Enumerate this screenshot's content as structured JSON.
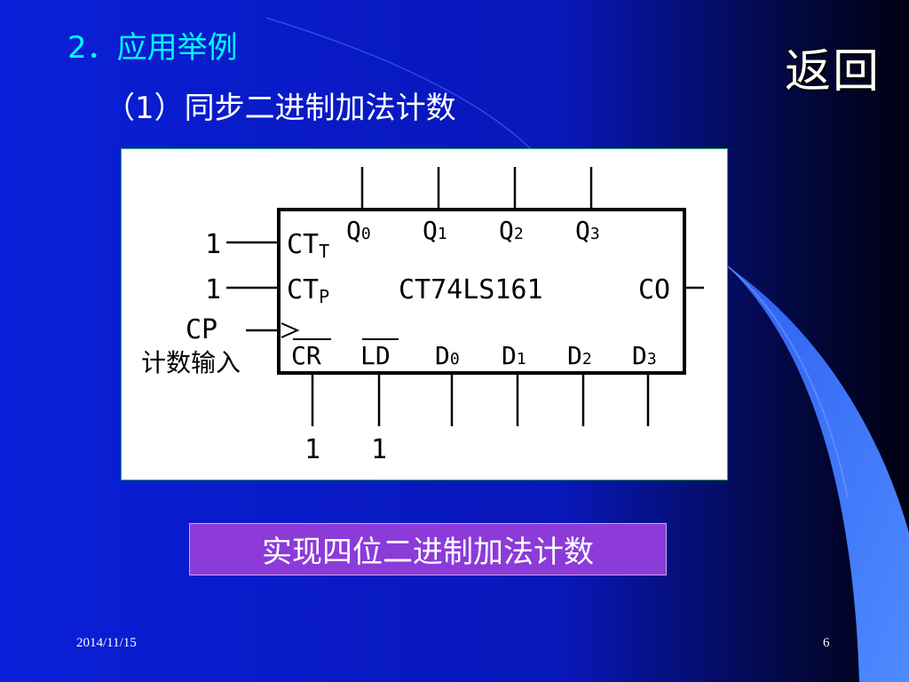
{
  "slide": {
    "heading": "2．应用举例",
    "subheading": "（1）同步二进制加法计数",
    "back_link": "返回",
    "caption": "实现四位二进制加法计数",
    "footer_date": "2014/11/15",
    "page_number": "6"
  },
  "colors": {
    "background_dark": "#000010",
    "background_blue": "#0a1fd8",
    "accent_light_blue": "#3f7df5",
    "heading_cyan": "#00ffff",
    "caption_purple": "#8c3bd9"
  },
  "diagram": {
    "chip_name": "CT74LS161",
    "inputs_left": [
      {
        "value": "1",
        "pin": "CT",
        "sub": "T"
      },
      {
        "value": "1",
        "pin": "CT",
        "sub": "P"
      }
    ],
    "clock_label": "CP",
    "clock_desc": "计数输入",
    "outputs_top": [
      {
        "pin": "Q",
        "sub": "0"
      },
      {
        "pin": "Q",
        "sub": "1"
      },
      {
        "pin": "Q",
        "sub": "2"
      },
      {
        "pin": "Q",
        "sub": "3"
      }
    ],
    "carry_out": "CO",
    "bottom_pins": [
      {
        "pin": "CR",
        "sub": "",
        "overline": true
      },
      {
        "pin": "LD",
        "sub": "",
        "overline": true
      },
      {
        "pin": "D",
        "sub": "0",
        "overline": false
      },
      {
        "pin": "D",
        "sub": "1",
        "overline": false
      },
      {
        "pin": "D",
        "sub": "2",
        "overline": false
      },
      {
        "pin": "D",
        "sub": "3",
        "overline": false
      }
    ],
    "bottom_values": [
      "1",
      "1"
    ]
  }
}
